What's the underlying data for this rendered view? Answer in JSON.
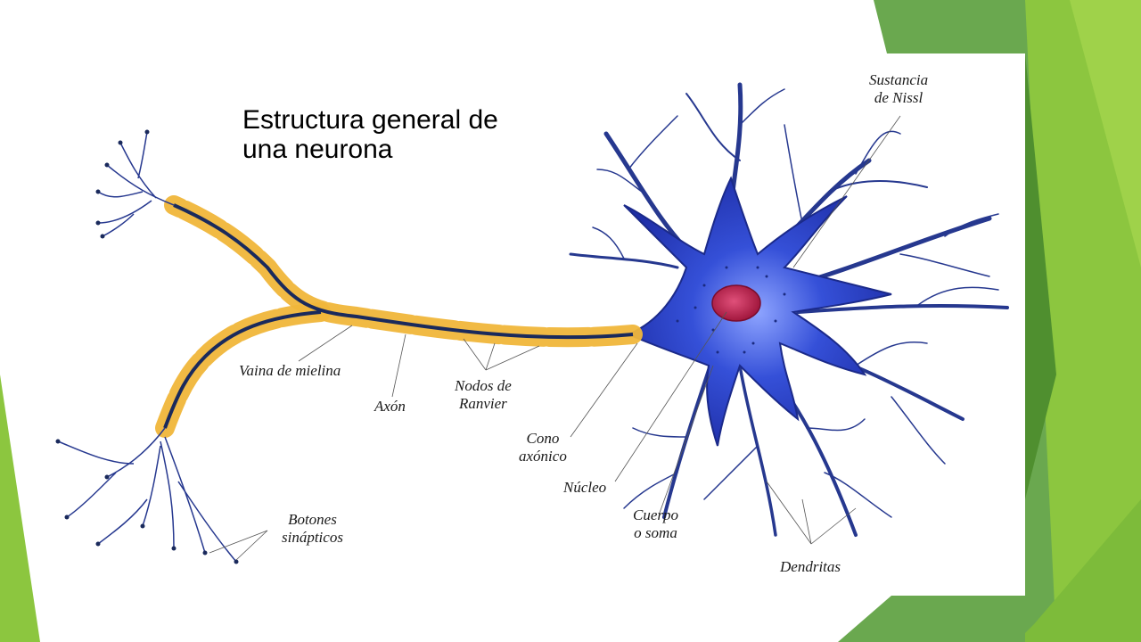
{
  "slide": {
    "title_line1": "Estructura general de",
    "title_line2": "una neurona"
  },
  "labels": {
    "sustancia_nissl": [
      "Sustancia",
      "de Nissl"
    ],
    "vaina_mielina": "Vaina de mielina",
    "axon": "Axón",
    "nodos_ranvier": [
      "Nodos de",
      "Ranvier"
    ],
    "cono_axonico": [
      "Cono",
      "axónico"
    ],
    "nucleo": "Núcleo",
    "cuerpo_soma": [
      "Cuerpo",
      "o soma"
    ],
    "dendritas": "Dendritas",
    "botones_sinapticos": [
      "Botones",
      "sinápticos"
    ]
  },
  "colors": {
    "soma": "#2b3fc4",
    "nucleus": "#b81c4a",
    "myelin": "#f0b63a",
    "axon": "#1a2a5c",
    "theme_green": "#8cc63f"
  }
}
